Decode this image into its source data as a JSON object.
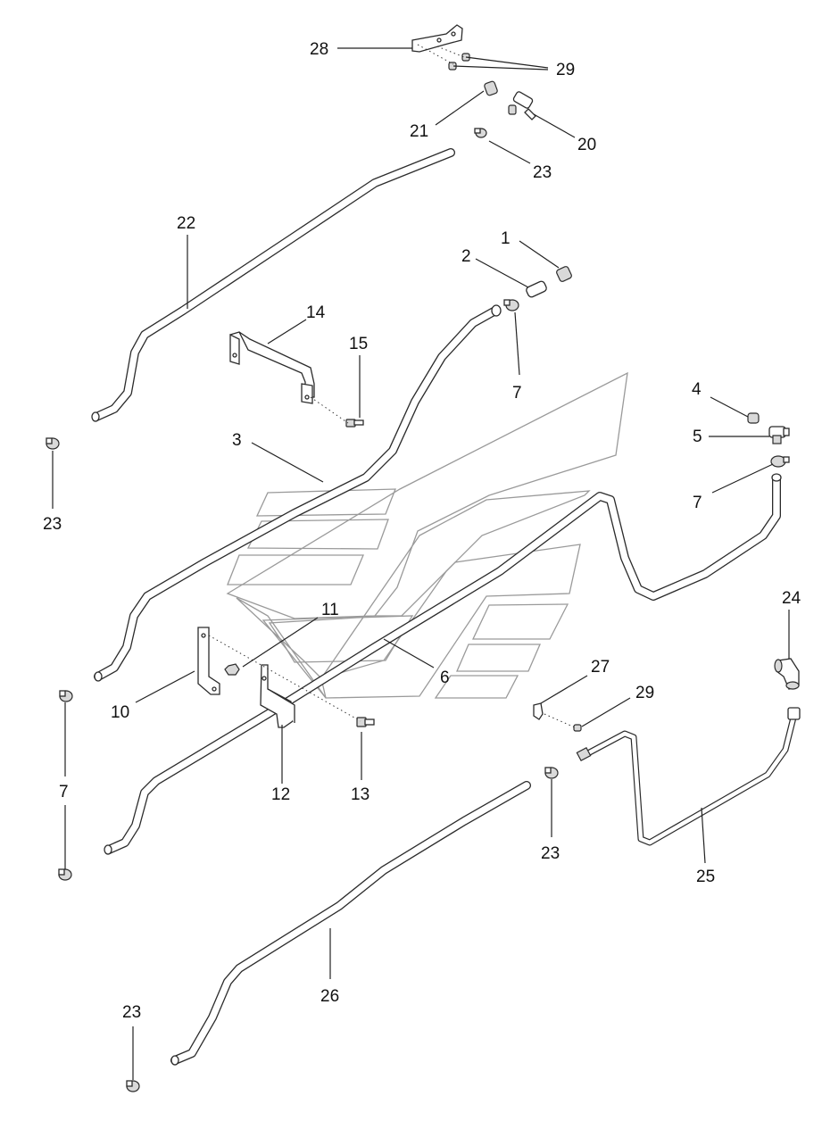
{
  "callouts": {
    "c1": "1",
    "c2": "2",
    "c3": "3",
    "c4": "4",
    "c5": "5",
    "c6": "6",
    "c7a": "7",
    "c7b": "7",
    "c7c": "7",
    "c10": "10",
    "c11": "11",
    "c12": "12",
    "c13": "13",
    "c14": "14",
    "c15": "15",
    "c20": "20",
    "c21": "21",
    "c22": "22",
    "c23a": "23",
    "c23b": "23",
    "c23c": "23",
    "c23d": "23",
    "c24": "24",
    "c25": "25",
    "c26": "26",
    "c27": "27",
    "c28": "28",
    "c29a": "29",
    "c29b": "29"
  },
  "watermark_mark": "logo-watermark"
}
